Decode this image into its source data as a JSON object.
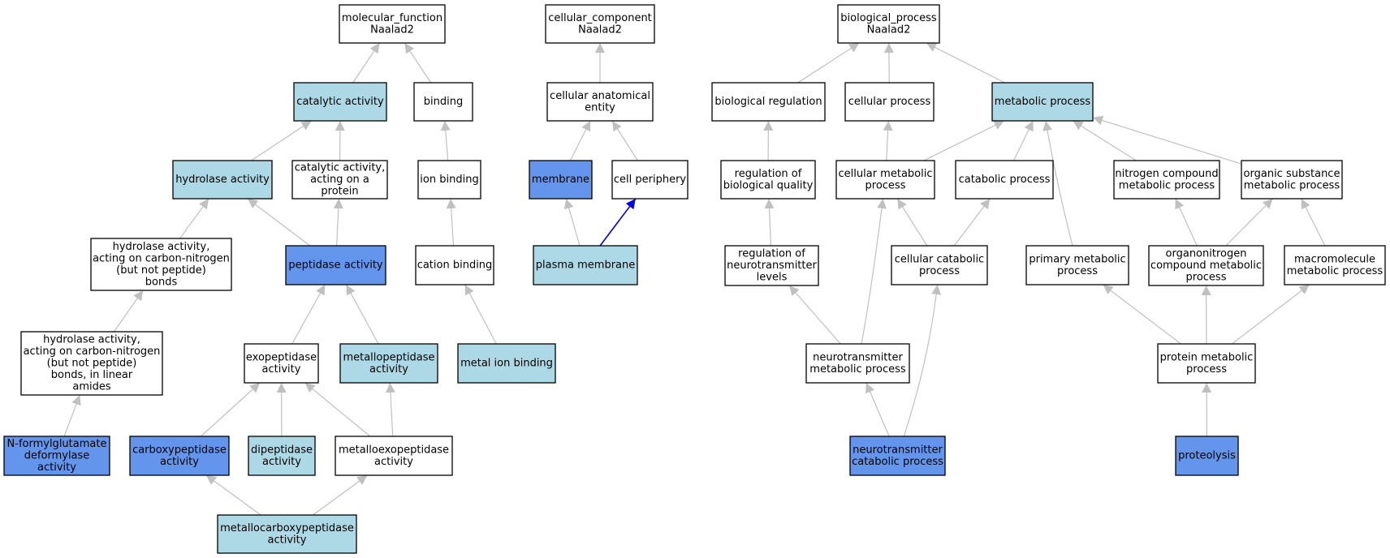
{
  "colors": {
    "plain": "#ffffff",
    "light": "#add8e6",
    "strong": "#6495ed",
    "edge": "#c0c0c0",
    "edge_highlight": "#0000ee"
  },
  "nodes": [
    {
      "id": "mf",
      "lines": [
        "molecular_function",
        "Naalad2"
      ],
      "style": "plain"
    },
    {
      "id": "cc",
      "lines": [
        "cellular_component",
        "Naalad2"
      ],
      "style": "plain"
    },
    {
      "id": "bp",
      "lines": [
        "biological_process",
        "Naalad2"
      ],
      "style": "plain"
    },
    {
      "id": "catalytic",
      "lines": [
        "catalytic activity"
      ],
      "style": "light"
    },
    {
      "id": "binding",
      "lines": [
        "binding"
      ],
      "style": "plain"
    },
    {
      "id": "cae",
      "lines": [
        "cellular anatomical",
        "entity"
      ],
      "style": "plain"
    },
    {
      "id": "bioreg",
      "lines": [
        "biological regulation"
      ],
      "style": "plain"
    },
    {
      "id": "cellproc",
      "lines": [
        "cellular process"
      ],
      "style": "plain"
    },
    {
      "id": "metab",
      "lines": [
        "metabolic process"
      ],
      "style": "light"
    },
    {
      "id": "hydrolase",
      "lines": [
        "hydrolase activity"
      ],
      "style": "light"
    },
    {
      "id": "catprot",
      "lines": [
        "catalytic activity,",
        "acting on a",
        "protein"
      ],
      "style": "plain"
    },
    {
      "id": "ionbind",
      "lines": [
        "ion binding"
      ],
      "style": "plain"
    },
    {
      "id": "membrane",
      "lines": [
        "membrane"
      ],
      "style": "strong"
    },
    {
      "id": "periphery",
      "lines": [
        "cell periphery"
      ],
      "style": "plain"
    },
    {
      "id": "regbioq",
      "lines": [
        "regulation of",
        "biological quality"
      ],
      "style": "plain"
    },
    {
      "id": "cellmet",
      "lines": [
        "cellular metabolic",
        "process"
      ],
      "style": "plain"
    },
    {
      "id": "catab",
      "lines": [
        "catabolic process"
      ],
      "style": "plain"
    },
    {
      "id": "nitro",
      "lines": [
        "nitrogen compound",
        "metabolic process"
      ],
      "style": "plain"
    },
    {
      "id": "organic",
      "lines": [
        "organic substance",
        "metabolic process"
      ],
      "style": "plain"
    },
    {
      "id": "hcn",
      "lines": [
        "hydrolase activity,",
        "acting on carbon-nitrogen",
        "(but not peptide)",
        "bonds"
      ],
      "style": "plain"
    },
    {
      "id": "peptidase",
      "lines": [
        "peptidase activity"
      ],
      "style": "strong"
    },
    {
      "id": "cation",
      "lines": [
        "cation binding"
      ],
      "style": "plain"
    },
    {
      "id": "plasma",
      "lines": [
        "plasma membrane"
      ],
      "style": "light"
    },
    {
      "id": "regneuro",
      "lines": [
        "regulation of",
        "neurotransmitter",
        "levels"
      ],
      "style": "plain"
    },
    {
      "id": "cellcat",
      "lines": [
        "cellular catabolic",
        "process"
      ],
      "style": "plain"
    },
    {
      "id": "primary",
      "lines": [
        "primary metabolic",
        "process"
      ],
      "style": "plain"
    },
    {
      "id": "orgnitro",
      "lines": [
        "organonitrogen",
        "compound metabolic",
        "process"
      ],
      "style": "plain"
    },
    {
      "id": "macro",
      "lines": [
        "macromolecule",
        "metabolic process"
      ],
      "style": "plain"
    },
    {
      "id": "hcnlin",
      "lines": [
        "hydrolase activity,",
        "acting on carbon-nitrogen",
        "(but not peptide)",
        "bonds, in linear",
        "amides"
      ],
      "style": "plain"
    },
    {
      "id": "exopep",
      "lines": [
        "exopeptidase",
        "activity"
      ],
      "style": "plain"
    },
    {
      "id": "metallopep",
      "lines": [
        "metallopeptidase",
        "activity"
      ],
      "style": "light"
    },
    {
      "id": "metalion",
      "lines": [
        "metal ion binding"
      ],
      "style": "light"
    },
    {
      "id": "neurometab",
      "lines": [
        "neurotransmitter",
        "metabolic process"
      ],
      "style": "plain"
    },
    {
      "id": "protmet",
      "lines": [
        "protein metabolic",
        "process"
      ],
      "style": "plain"
    },
    {
      "id": "nformyl",
      "lines": [
        "N-formylglutamate",
        "deformylase",
        "activity"
      ],
      "style": "strong"
    },
    {
      "id": "carboxy",
      "lines": [
        "carboxypeptidase",
        "activity"
      ],
      "style": "strong"
    },
    {
      "id": "dipep",
      "lines": [
        "dipeptidase",
        "activity"
      ],
      "style": "light"
    },
    {
      "id": "metexo",
      "lines": [
        "metalloexopeptidase",
        "activity"
      ],
      "style": "plain"
    },
    {
      "id": "neurocat",
      "lines": [
        "neurotransmitter",
        "catabolic process"
      ],
      "style": "strong"
    },
    {
      "id": "proteolysis",
      "lines": [
        "proteolysis"
      ],
      "style": "strong"
    },
    {
      "id": "metcarboxy",
      "lines": [
        "metallocarboxypeptidase",
        "activity"
      ],
      "style": "light"
    }
  ],
  "edges": [
    {
      "from": "catalytic",
      "to": "mf"
    },
    {
      "from": "binding",
      "to": "mf"
    },
    {
      "from": "cae",
      "to": "cc"
    },
    {
      "from": "bioreg",
      "to": "bp"
    },
    {
      "from": "cellproc",
      "to": "bp"
    },
    {
      "from": "metab",
      "to": "bp"
    },
    {
      "from": "hydrolase",
      "to": "catalytic"
    },
    {
      "from": "catprot",
      "to": "catalytic"
    },
    {
      "from": "ionbind",
      "to": "binding"
    },
    {
      "from": "membrane",
      "to": "cae"
    },
    {
      "from": "periphery",
      "to": "cae"
    },
    {
      "from": "regbioq",
      "to": "bioreg"
    },
    {
      "from": "cellmet",
      "to": "cellproc"
    },
    {
      "from": "cellmet",
      "to": "metab"
    },
    {
      "from": "catab",
      "to": "metab"
    },
    {
      "from": "nitro",
      "to": "metab"
    },
    {
      "from": "organic",
      "to": "metab"
    },
    {
      "from": "primary",
      "to": "metab"
    },
    {
      "from": "hcn",
      "to": "hydrolase"
    },
    {
      "from": "peptidase",
      "to": "hydrolase"
    },
    {
      "from": "peptidase",
      "to": "catprot"
    },
    {
      "from": "cation",
      "to": "ionbind"
    },
    {
      "from": "plasma",
      "to": "membrane"
    },
    {
      "from": "plasma",
      "to": "periphery",
      "highlight": true
    },
    {
      "from": "regneuro",
      "to": "regbioq"
    },
    {
      "from": "cellcat",
      "to": "cellmet"
    },
    {
      "from": "cellcat",
      "to": "catab"
    },
    {
      "from": "orgnitro",
      "to": "nitro"
    },
    {
      "from": "orgnitro",
      "to": "organic"
    },
    {
      "from": "macro",
      "to": "organic"
    },
    {
      "from": "hcnlin",
      "to": "hcn"
    },
    {
      "from": "exopep",
      "to": "peptidase"
    },
    {
      "from": "metallopep",
      "to": "peptidase"
    },
    {
      "from": "metalion",
      "to": "cation"
    },
    {
      "from": "neurometab",
      "to": "regneuro"
    },
    {
      "from": "neurometab",
      "to": "cellmet"
    },
    {
      "from": "protmet",
      "to": "primary"
    },
    {
      "from": "protmet",
      "to": "orgnitro"
    },
    {
      "from": "protmet",
      "to": "macro"
    },
    {
      "from": "nformyl",
      "to": "hcnlin"
    },
    {
      "from": "carboxy",
      "to": "exopep"
    },
    {
      "from": "dipep",
      "to": "exopep"
    },
    {
      "from": "metexo",
      "to": "exopep"
    },
    {
      "from": "metexo",
      "to": "metallopep"
    },
    {
      "from": "neurocat",
      "to": "neurometab"
    },
    {
      "from": "neurocat",
      "to": "cellcat"
    },
    {
      "from": "proteolysis",
      "to": "protmet"
    },
    {
      "from": "metcarboxy",
      "to": "carboxy"
    },
    {
      "from": "metcarboxy",
      "to": "metexo"
    }
  ]
}
